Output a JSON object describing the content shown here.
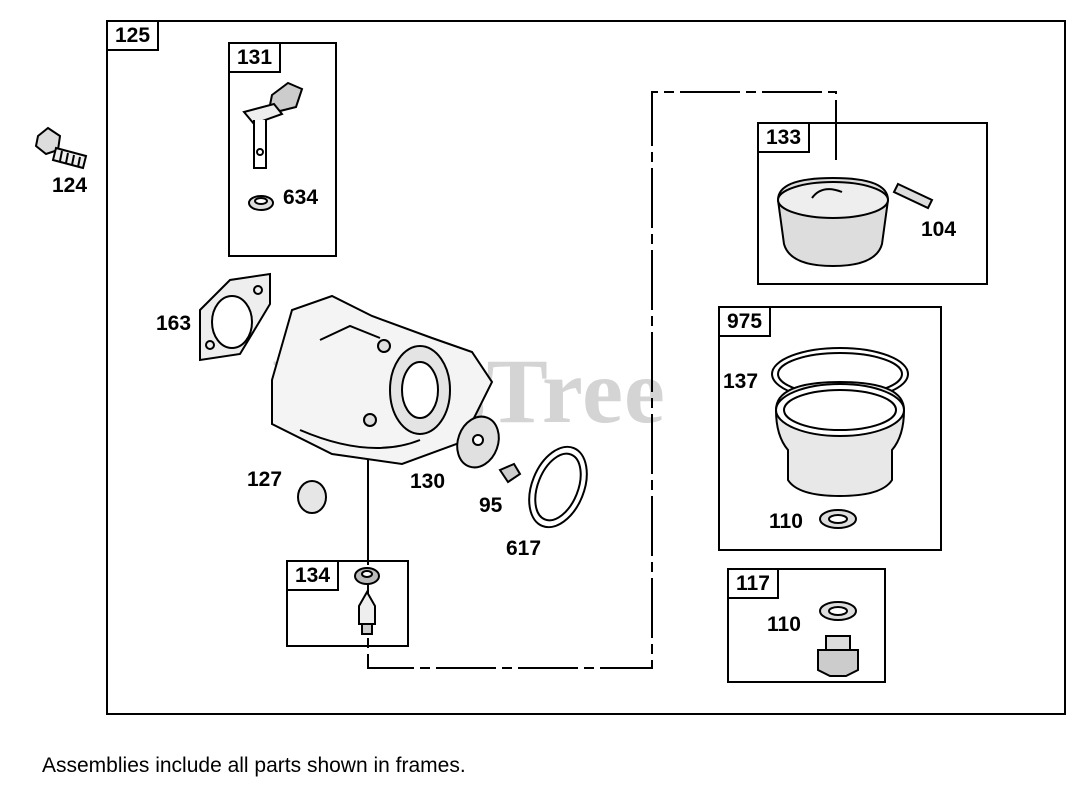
{
  "diagram": {
    "main_assembly_label": "125",
    "frames": {
      "f131": "131",
      "f133": "133",
      "f975": "975",
      "f134": "134",
      "f117": "117"
    },
    "callouts": {
      "c124": "124",
      "c634": "634",
      "c104": "104",
      "c163": "163",
      "c137": "137",
      "c127": "127",
      "c130": "130",
      "c95": "95",
      "c617": "617",
      "c110a": "110",
      "c110b": "110"
    },
    "watermark": "PartsTree",
    "footnote": "Assemblies include all parts shown in frames."
  }
}
